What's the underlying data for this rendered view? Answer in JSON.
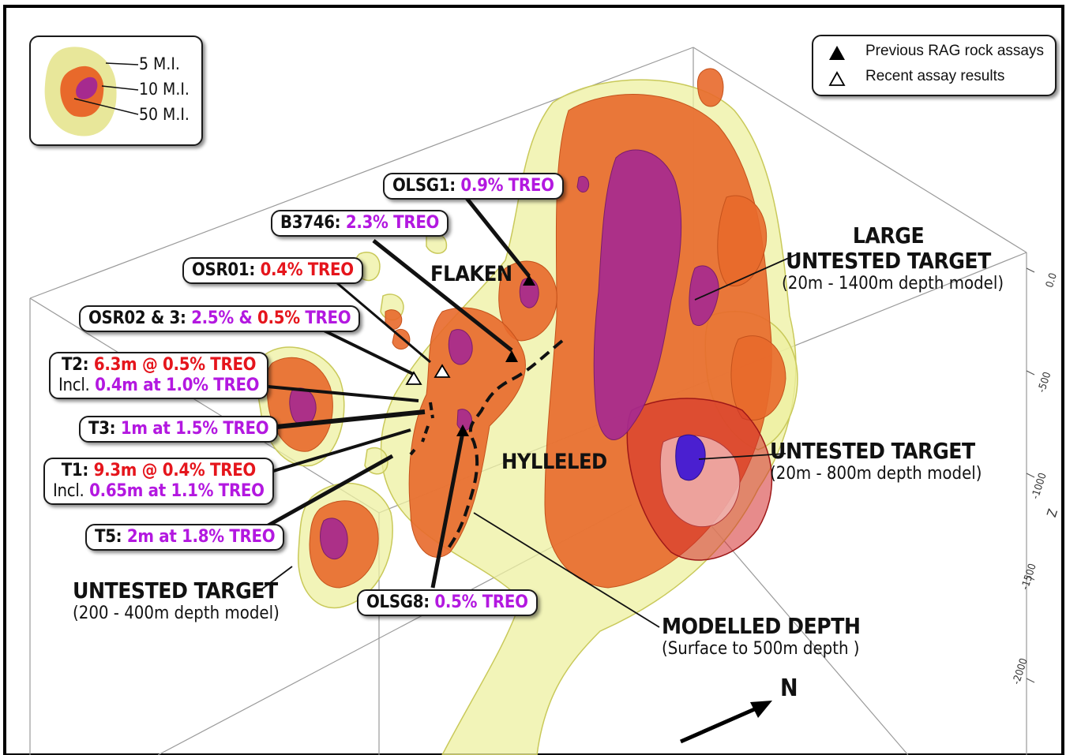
{
  "legend_mi": {
    "items": [
      {
        "label": "5 M.I.",
        "color": "#e8e79a"
      },
      {
        "label": "10 M.I.",
        "color": "#e8692b"
      },
      {
        "label": "50 M.I.",
        "color": "#a62a8f"
      }
    ]
  },
  "legend_assays": {
    "previous": {
      "label": "Previous RAG rock assays",
      "icon": "filled-triangle"
    },
    "recent": {
      "label": "Recent assay results",
      "icon": "open-triangle"
    }
  },
  "samples": {
    "olsg1": {
      "id": "OLSG1:",
      "value": "0.9% TREO"
    },
    "b3746": {
      "id": "B3746:",
      "value": "2.3% TREO"
    },
    "osr01": {
      "id": "OSR01:",
      "value": "0.4% TREO"
    },
    "osr02": {
      "id": "OSR02 & 3:",
      "v1": "2.5%",
      "amp": "&",
      "v2": "0.5%",
      "v3": "TREO"
    },
    "t2": {
      "id": "T2:",
      "value": "6.3m @ 0.5% TREO",
      "incl": "Incl.",
      "incl_value": "0.4m at 1.0% TREO"
    },
    "t3": {
      "id": "T3:",
      "value": "1m at 1.5% TREO"
    },
    "t1": {
      "id": "T1:",
      "value": "9.3m @ 0.4% TREO",
      "incl": "Incl.",
      "incl_value": "0.65m at 1.1% TREO"
    },
    "t5": {
      "id": "T5:",
      "value": "2m at 1.8% TREO"
    },
    "olsg8": {
      "id": "OLSG8:",
      "value": "0.5% TREO"
    }
  },
  "places": {
    "flaken": "FLAKEN",
    "hylleled": "HYLLELED"
  },
  "targets": {
    "large": {
      "line1": "LARGE",
      "line2": "UNTESTED TARGET",
      "depth": "(20m - 1400m depth model)"
    },
    "mid": {
      "line1": "UNTESTED TARGET",
      "depth": "(20m - 800m depth model)"
    },
    "west": {
      "line1": "UNTESTED TARGET",
      "depth": "(200 - 400m depth model)"
    },
    "modelled": {
      "line1": "MODELLED DEPTH",
      "depth": "(Surface to 500m depth )"
    }
  },
  "north": "N",
  "axis": {
    "z_label": "Z",
    "ticks": [
      "0.0",
      "-500",
      "-1000",
      "-1500",
      "-2000"
    ]
  }
}
